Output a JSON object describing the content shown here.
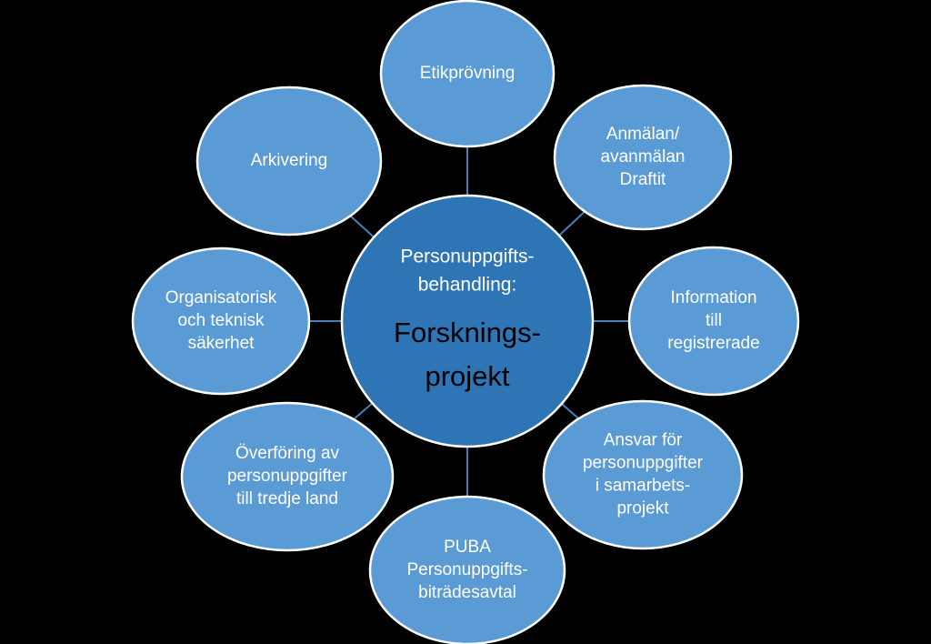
{
  "diagram": {
    "colors": {
      "background": "#000000",
      "outer_fill": "#5b9bd5",
      "center_fill": "#2e75b6",
      "stroke": "#ffffff",
      "connector": "#4a7ebb",
      "outer_text": "#ffffff",
      "center_heading_text": "#ffffff",
      "center_title_text": "#000000"
    },
    "center": {
      "heading_lines": [
        "Personuppgifts-",
        "behandling:"
      ],
      "title_lines": [
        "Forsknings-",
        "projekt"
      ]
    },
    "nodes": [
      {
        "id": "etikprovning",
        "lines": [
          "Etikprövning"
        ]
      },
      {
        "id": "anmalan",
        "lines": [
          "Anmälan/",
          "avanmälan",
          "Draftit"
        ]
      },
      {
        "id": "information",
        "lines": [
          "Information",
          "till",
          "registrerade"
        ]
      },
      {
        "id": "ansvar",
        "lines": [
          "Ansvar för",
          "personuppgifter",
          "i samarbets-",
          "projekt"
        ]
      },
      {
        "id": "puba",
        "lines": [
          "PUBA",
          "Personuppgifts-",
          "biträdesavtal"
        ]
      },
      {
        "id": "overforing",
        "lines": [
          "Överföring av",
          "personuppgifter",
          "till tredje land"
        ]
      },
      {
        "id": "sakerhet",
        "lines": [
          "Organisatorisk",
          "och teknisk",
          "säkerhet"
        ]
      },
      {
        "id": "arkivering",
        "lines": [
          "Arkivering"
        ]
      }
    ]
  }
}
